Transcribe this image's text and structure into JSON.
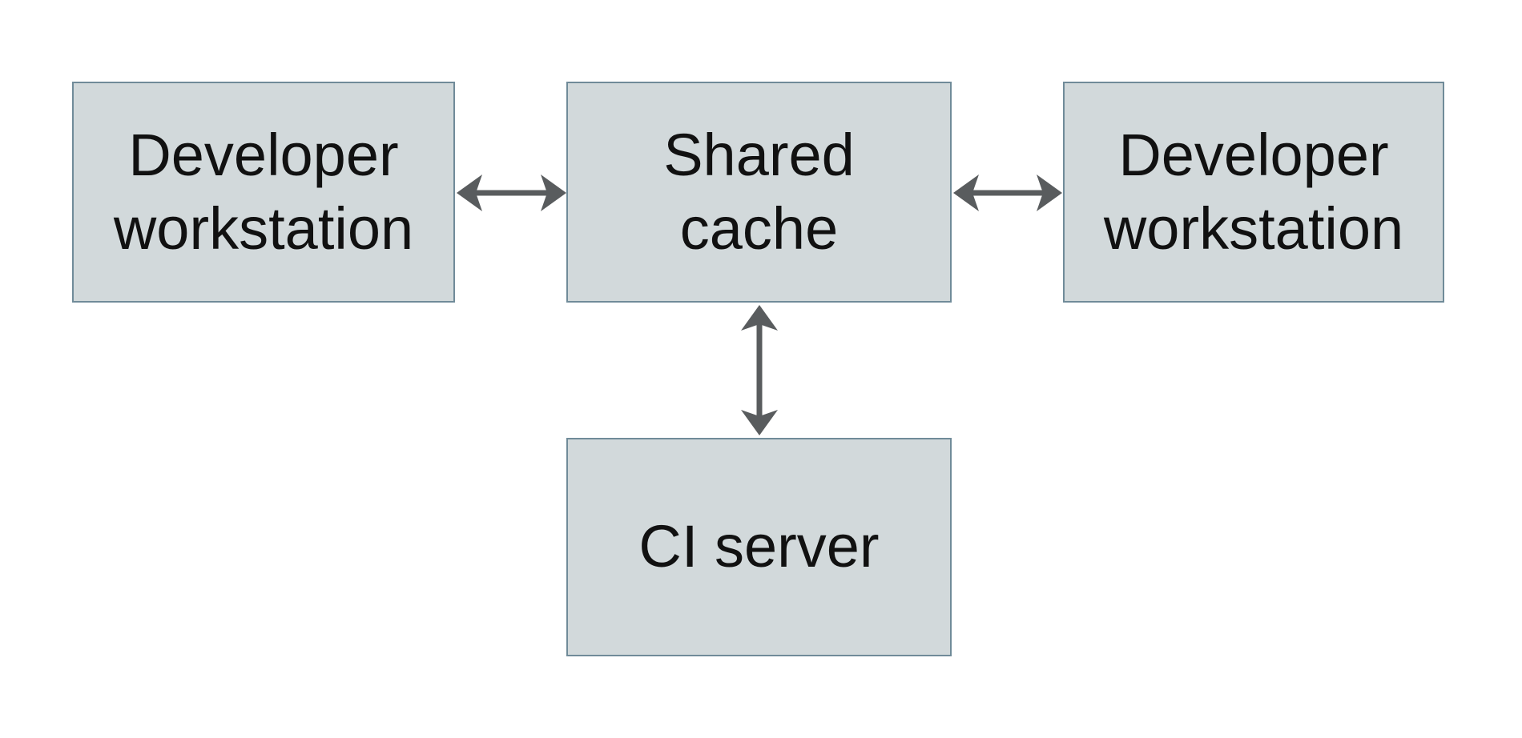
{
  "diagram": {
    "nodes": [
      {
        "id": "developer-workstation-left",
        "label": "Developer\nworkstation"
      },
      {
        "id": "shared-cache",
        "label": "Shared\ncache"
      },
      {
        "id": "developer-workstation-right",
        "label": "Developer\nworkstation"
      },
      {
        "id": "ci-server",
        "label": "CI server"
      }
    ],
    "edges": [
      {
        "from": "developer-workstation-left",
        "to": "shared-cache",
        "type": "bidirectional-arrow"
      },
      {
        "from": "shared-cache",
        "to": "developer-workstation-right",
        "type": "bidirectional-arrow"
      },
      {
        "from": "shared-cache",
        "to": "ci-server",
        "type": "bidirectional-arrow"
      }
    ],
    "colors": {
      "background": "#ffffff",
      "node_fill": "#d2d9db",
      "node_border": "#708b99",
      "arrow": "#595c5e",
      "text": "#111111"
    }
  }
}
